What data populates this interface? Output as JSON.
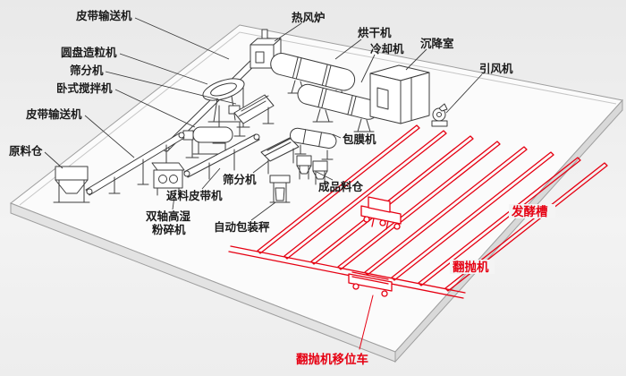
{
  "colors": {
    "line_art": "#3c3c3c",
    "red_accent": "#e60012",
    "label_text": "#1b1b1b",
    "floor_fill": "#fbfbfb",
    "floor_edge": "#9e9e9e",
    "background": "#efefef"
  },
  "labels": {
    "belt_conveyor_top": "皮带输送机",
    "disc_granulator": "圆盘造粒机",
    "screener_upper": "筛分机",
    "horizontal_mixer": "卧式搅拌机",
    "belt_conveyor_left": "皮带输送机",
    "raw_material_bin": "原料仓",
    "return_belt_conveyor": "返料皮带机",
    "crusher_line1": "双轴高湿",
    "crusher_line2": "粉碎机",
    "auto_packing_scale": "自动包装秤",
    "screener_lower": "筛分机",
    "finished_product_bin": "成品料仓",
    "coating_machine": "包膜机",
    "hot_blast_furnace": "热风炉",
    "dryer": "烘干机",
    "cooler": "冷却机",
    "settling_chamber": "沉降室",
    "induced_draft_fan": "引风机",
    "fermentation_trough": "发酵槽",
    "compost_turner": "翻抛机",
    "turner_transfer_car": "翻抛机移位车"
  }
}
